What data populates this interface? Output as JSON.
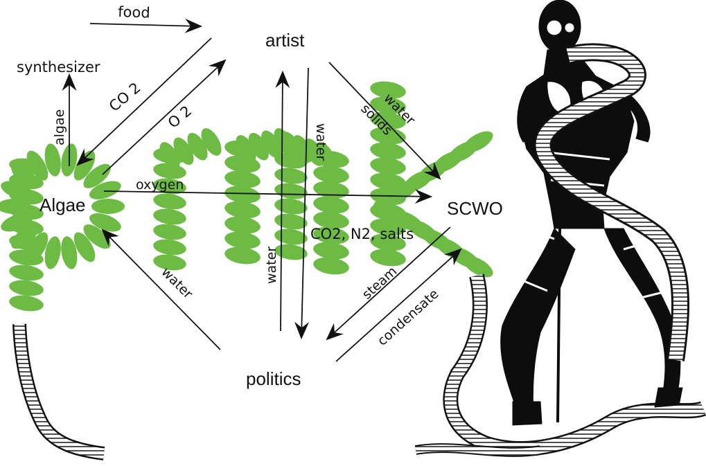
{
  "diagram": {
    "nodes": {
      "artist": "artist",
      "algae": "Algae",
      "scwo": "SCWO",
      "politics": "politics",
      "synthesizer": "synthesizer"
    },
    "flows": {
      "food": "food",
      "co2": "CO 2",
      "o2": "O 2",
      "algae": "algae",
      "oxygen": "oxygen",
      "water_artist_down": "water",
      "water_politics_up": "water",
      "water_solids_1": "water",
      "water_solids_2": "solids",
      "products": "CO2, N2, salts",
      "steam": "steam",
      "condensate": "condensate",
      "water_to_algae": "water"
    },
    "watermark_text": "pmk",
    "colors": {
      "watermark": "#6dbb45",
      "ink": "#111111",
      "figure": "#0d0d0d"
    }
  }
}
